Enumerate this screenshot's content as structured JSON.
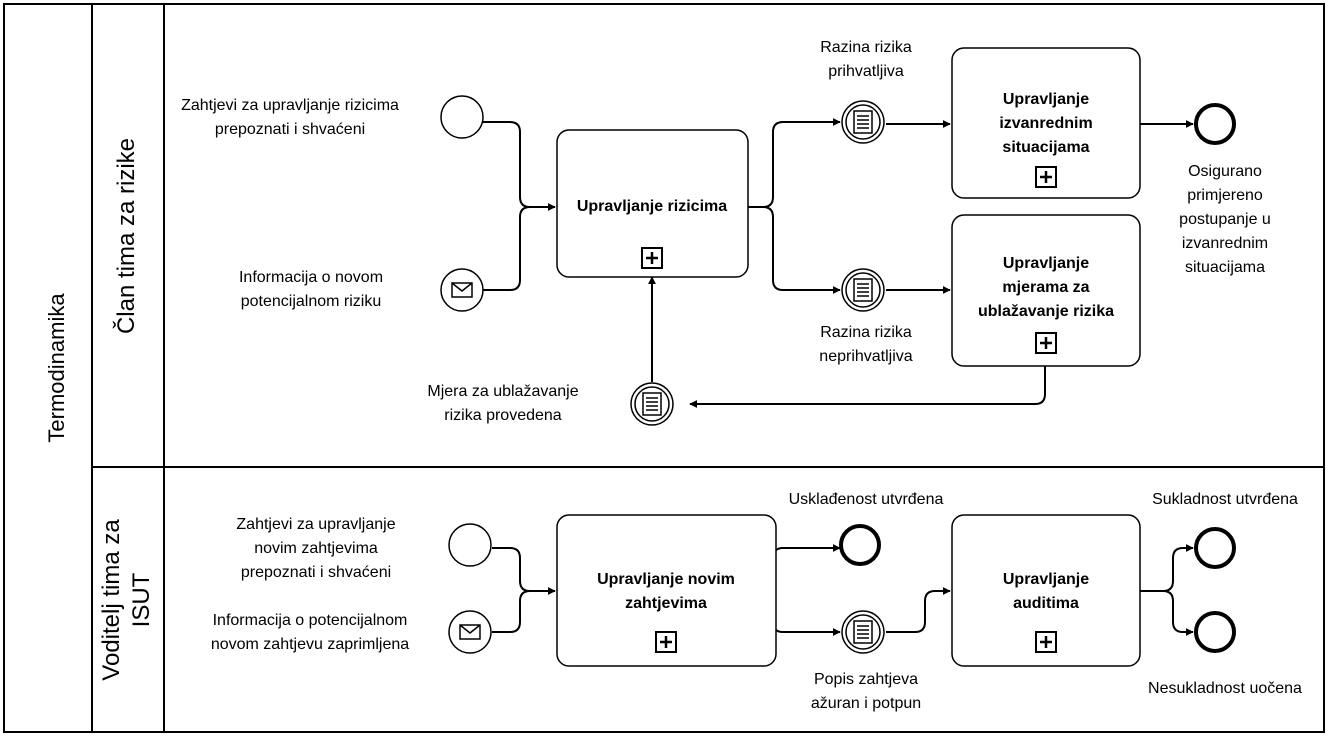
{
  "pool": {
    "label": "Termodinamika"
  },
  "lanes": [
    {
      "label_lines": [
        "Član tima za rizike"
      ]
    },
    {
      "label_lines": [
        "Voditelj tima za",
        "ISUT"
      ]
    }
  ],
  "lane1": {
    "start_requirements_label": [
      "Zahtjevi za upravljanje rizicima",
      "prepoznati i shvaćeni"
    ],
    "start_info_label": [
      "Informacija o novom",
      "potencijalnom riziku"
    ],
    "task_risk_mgmt": [
      "Upravljanje rizicima"
    ],
    "cond_acceptable_label": [
      "Razina rizika",
      "prihvatljiva"
    ],
    "cond_unacceptable_label": [
      "Razina rizika",
      "neprihvatljiva"
    ],
    "task_emergency": [
      "Upravljanje",
      "izvanrednim",
      "situacijama"
    ],
    "task_mitigation": [
      "Upravljanje",
      "mjerama za",
      "ublažavanje rizika"
    ],
    "end_label": [
      "Osigurano",
      "primjereno",
      "postupanje u",
      "izvanrednim",
      "situacijama"
    ],
    "cond_mitigation_label": [
      "Mjera za ublažavanje",
      "rizika provedena"
    ]
  },
  "lane2": {
    "start_requirements_label": [
      "Zahtjevi za upravljanje",
      "novim zahtjevima",
      "prepoznati i shvaćeni"
    ],
    "start_info_label": [
      "Informacija o potencijalnom",
      "novom zahtjevu zaprimljena"
    ],
    "task_new_req": [
      "Upravljanje novim",
      "zahtjevima"
    ],
    "end_alignment_label": [
      "Usklađenost utvrđena"
    ],
    "cond_list_label": [
      "Popis zahtjeva",
      "ažuran i potpun"
    ],
    "task_audits": [
      "Upravljanje",
      "auditima"
    ],
    "end_compliance_label": [
      "Sukladnost utvrđena"
    ],
    "end_noncompliance_label": [
      "Nesukladnost uočena"
    ]
  }
}
